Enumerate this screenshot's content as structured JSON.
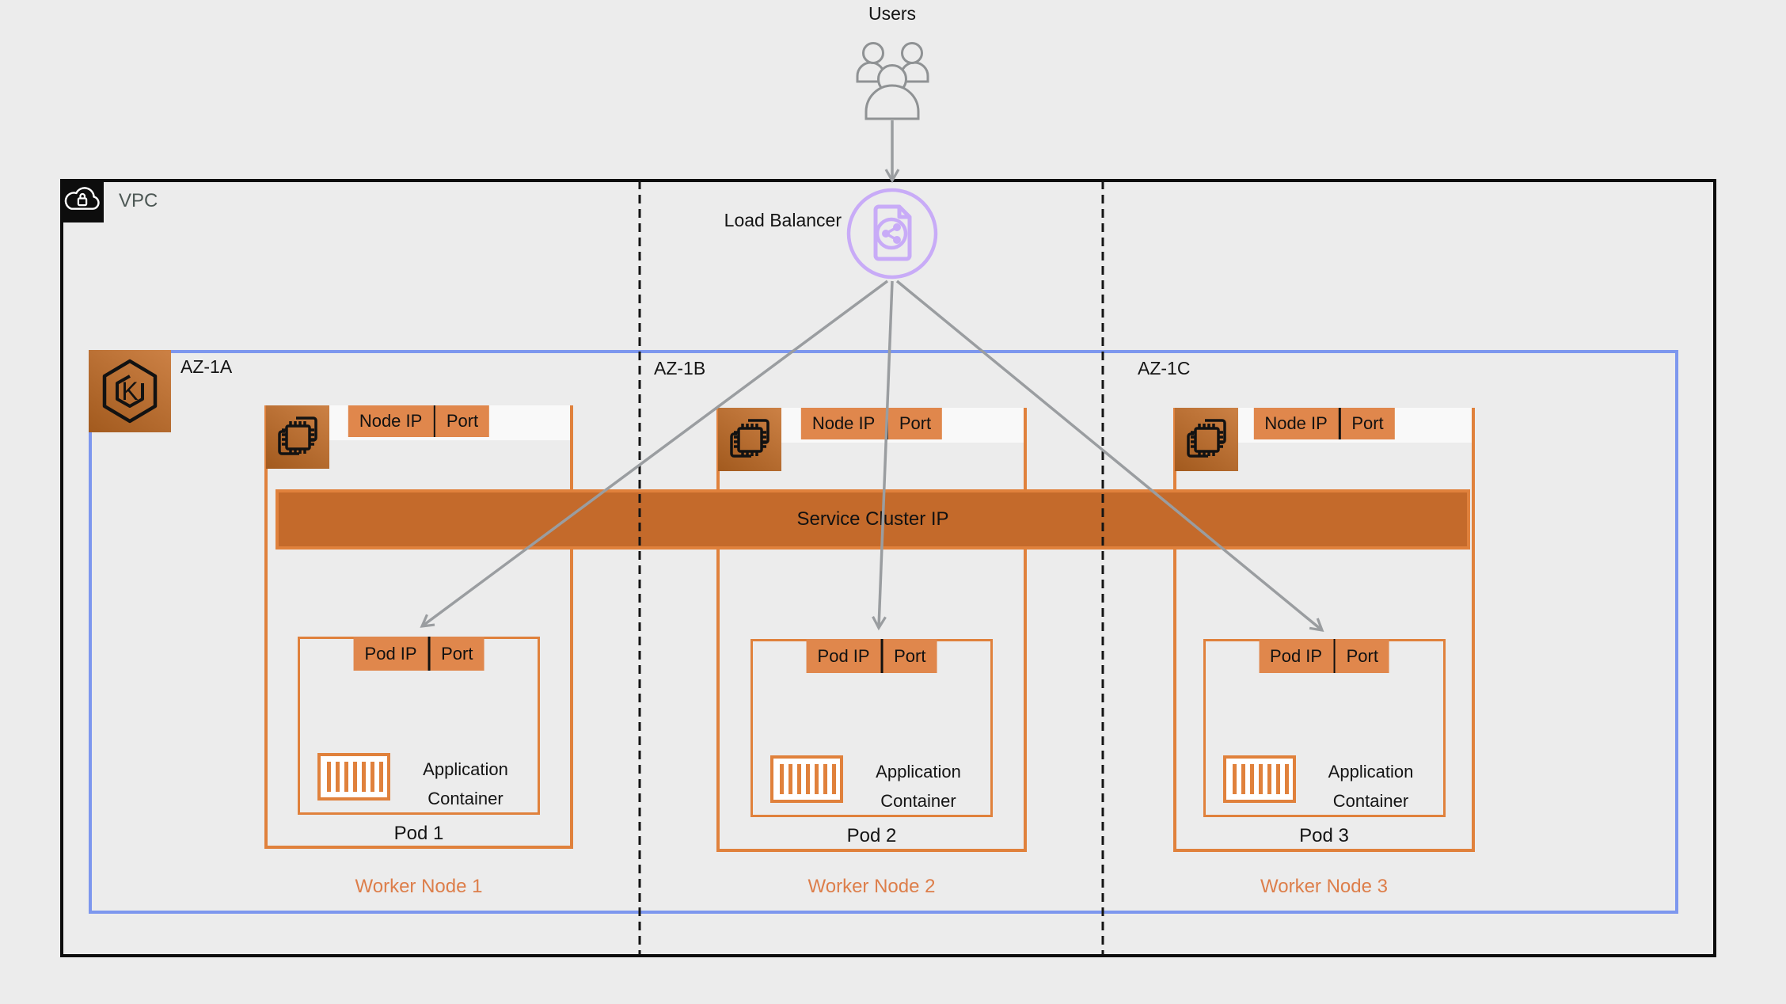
{
  "users": {
    "label": "Users"
  },
  "load_balancer": {
    "label": "Load Balancer"
  },
  "vpc": {
    "label": "VPC"
  },
  "service": {
    "label": "Service Cluster IP"
  },
  "badges": {
    "node_ip": "Node IP",
    "pod_ip": "Pod IP",
    "port": "Port"
  },
  "container": {
    "line1": "Application",
    "line2": "Container"
  },
  "zones": [
    {
      "az": "AZ-1A",
      "worker": "Worker Node 1",
      "pod": "Pod 1"
    },
    {
      "az": "AZ-1B",
      "worker": "Worker Node 2",
      "pod": "Pod 2"
    },
    {
      "az": "AZ-1C",
      "worker": "Worker Node 3",
      "pod": "Pod 3"
    }
  ],
  "icons": {
    "users-icon": "three-person outline group",
    "load-balancer-icon": "purple circle with document and share-network glyph",
    "vpc-cloud-lock-icon": "white cloud with padlock on black square",
    "eks-cluster-icon": "black hexagon with letter K on orange gradient",
    "node-chip-icon": "cpu chip with layered plates on orange gradient",
    "container-icon": "orange striped container"
  },
  "colors": {
    "background": "#ececec",
    "vpc_border": "#0d0d0d",
    "az_border": "#7d97ee",
    "node_border": "#e0813c",
    "badge_fill": "#e0874c",
    "service_bar_fill": "#c46a2b",
    "worker_label_text": "#dd7e4a",
    "arrow_gray": "#9a9da0",
    "load_balancer_purple": "#c8abf7"
  }
}
